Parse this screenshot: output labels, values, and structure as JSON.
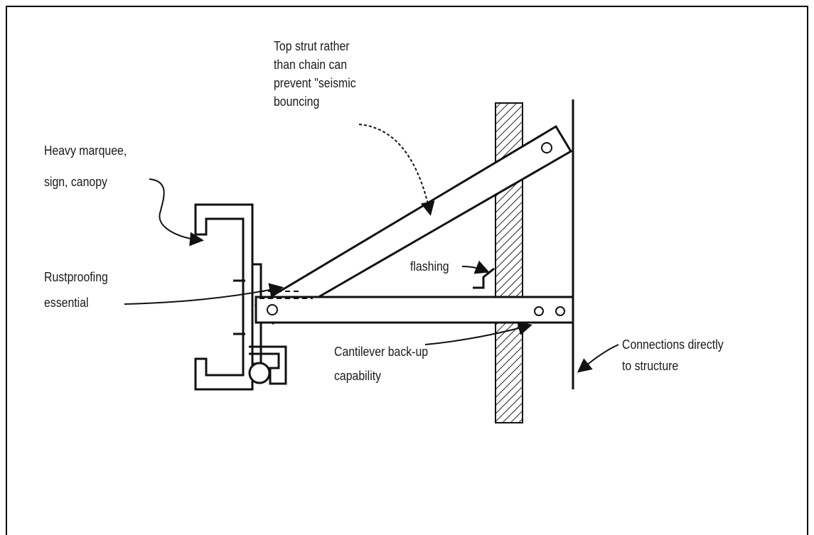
{
  "labels": {
    "marquee": [
      "Heavy marquee,",
      "sign, canopy"
    ],
    "strut": [
      "Top strut rather",
      "than chain can",
      "prevent \"seismic",
      "bouncing"
    ],
    "flashing": "flashing",
    "rustproofing": [
      "Rustproofing",
      "essential"
    ],
    "cantilever": [
      "Cantilever back-up",
      "capability"
    ],
    "connections": [
      "Connections directly",
      "to structure"
    ]
  }
}
